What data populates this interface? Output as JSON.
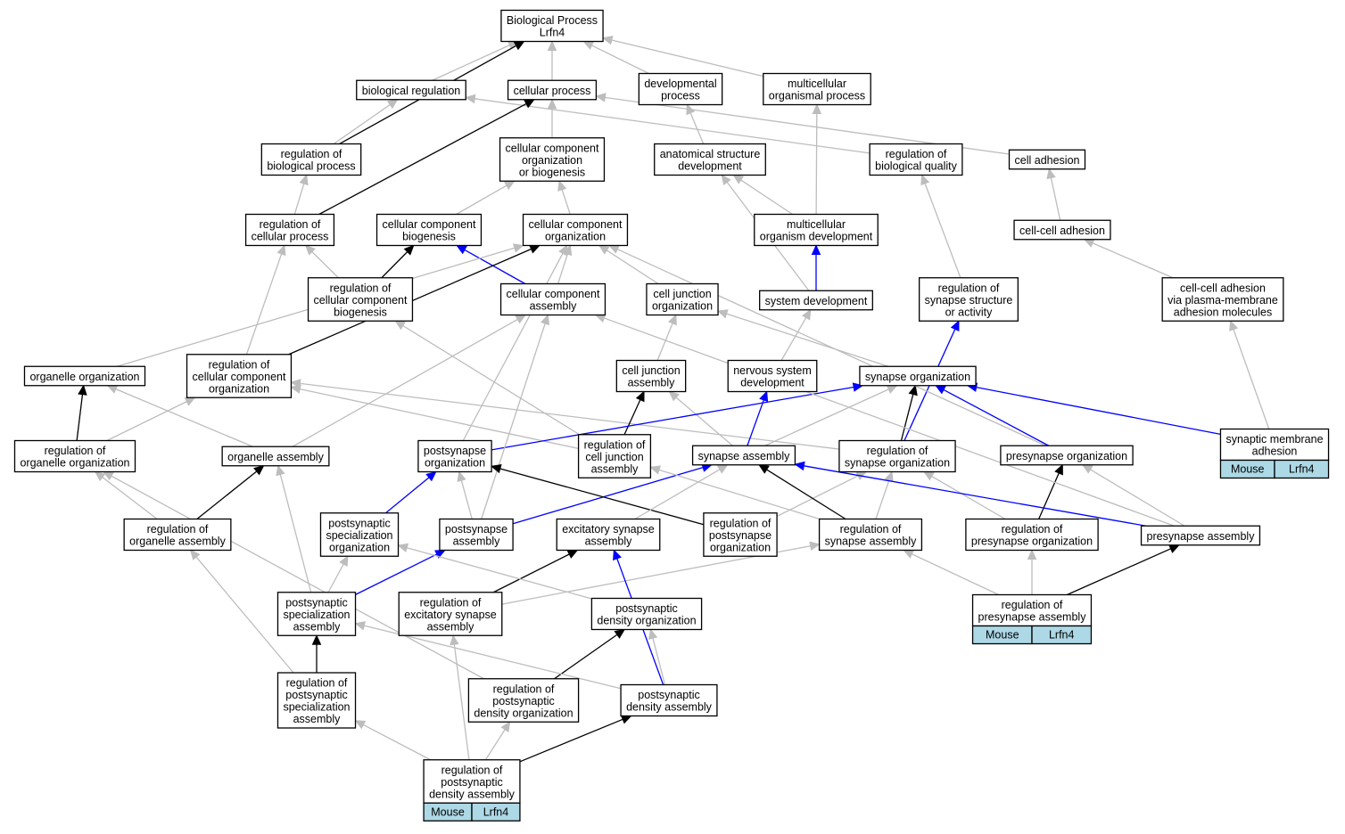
{
  "colors": {
    "is_a": "#bdbdbd",
    "regulates": "#000000",
    "part_of": "#0000ff",
    "annotation_tag": "#add8e6"
  },
  "nodes": [
    {
      "id": "bp",
      "lines": [
        "Biological Process",
        "Lrfn4"
      ]
    },
    {
      "id": "biological_regulation",
      "lines": [
        "biological regulation"
      ]
    },
    {
      "id": "cellular_process",
      "lines": [
        "cellular process"
      ]
    },
    {
      "id": "developmental_process",
      "lines": [
        "developmental",
        "process"
      ]
    },
    {
      "id": "multicellular_organismal_process",
      "lines": [
        "multicellular",
        "organismal process"
      ]
    },
    {
      "id": "reg_biological_process",
      "lines": [
        "regulation of",
        "biological process"
      ]
    },
    {
      "id": "cc_org_or_biogenesis",
      "lines": [
        "cellular component",
        "organization",
        "or biogenesis"
      ]
    },
    {
      "id": "anatomical_structure_development",
      "lines": [
        "anatomical structure",
        "development"
      ]
    },
    {
      "id": "reg_biological_quality",
      "lines": [
        "regulation of",
        "biological quality"
      ]
    },
    {
      "id": "cell_adhesion",
      "lines": [
        "cell adhesion"
      ]
    },
    {
      "id": "reg_cellular_process",
      "lines": [
        "regulation of",
        "cellular process"
      ]
    },
    {
      "id": "cc_biogenesis",
      "lines": [
        "cellular component",
        "biogenesis"
      ]
    },
    {
      "id": "cc_organization",
      "lines": [
        "cellular component",
        "organization"
      ]
    },
    {
      "id": "multicellular_organism_development",
      "lines": [
        "multicellular",
        "organism development"
      ]
    },
    {
      "id": "cell_cell_adhesion",
      "lines": [
        "cell-cell adhesion"
      ]
    },
    {
      "id": "reg_cc_biogenesis",
      "lines": [
        "regulation of",
        "cellular component",
        "biogenesis"
      ]
    },
    {
      "id": "cc_assembly",
      "lines": [
        "cellular component",
        "assembly"
      ]
    },
    {
      "id": "cell_junction_organization",
      "lines": [
        "cell junction",
        "organization"
      ]
    },
    {
      "id": "system_development",
      "lines": [
        "system development"
      ]
    },
    {
      "id": "reg_synapse_structure",
      "lines": [
        "regulation of",
        "synapse structure",
        "or activity"
      ]
    },
    {
      "id": "cc_adhesion_plasma_membrane",
      "lines": [
        "cell-cell adhesion",
        "via plasma-membrane",
        "adhesion molecules"
      ]
    },
    {
      "id": "organelle_organization",
      "lines": [
        "organelle organization"
      ]
    },
    {
      "id": "reg_cc_organization",
      "lines": [
        "regulation of",
        "cellular component",
        "organization"
      ]
    },
    {
      "id": "cell_junction_assembly",
      "lines": [
        "cell junction",
        "assembly"
      ]
    },
    {
      "id": "nervous_system_development",
      "lines": [
        "nervous system",
        "development"
      ]
    },
    {
      "id": "synapse_organization",
      "lines": [
        "synapse organization"
      ]
    },
    {
      "id": "synaptic_membrane_adhesion",
      "lines": [
        "synaptic membrane",
        "adhesion"
      ],
      "tags": [
        "Mouse",
        "Lrfn4"
      ]
    },
    {
      "id": "reg_organelle_organization",
      "lines": [
        "regulation of",
        "organelle organization"
      ]
    },
    {
      "id": "organelle_assembly",
      "lines": [
        "organelle assembly"
      ]
    },
    {
      "id": "postsynapse_organization",
      "lines": [
        "postsynapse",
        "organization"
      ]
    },
    {
      "id": "reg_cell_junction_assembly",
      "lines": [
        "regulation of",
        "cell junction",
        "assembly"
      ]
    },
    {
      "id": "synapse_assembly",
      "lines": [
        "synapse assembly"
      ]
    },
    {
      "id": "reg_synapse_organization",
      "lines": [
        "regulation of",
        "synapse organization"
      ]
    },
    {
      "id": "presynapse_organization",
      "lines": [
        "presynapse organization"
      ]
    },
    {
      "id": "reg_organelle_assembly",
      "lines": [
        "regulation of",
        "organelle assembly"
      ]
    },
    {
      "id": "postsynaptic_spec_organization",
      "lines": [
        "postsynaptic",
        "specialization",
        "organization"
      ]
    },
    {
      "id": "postsynapse_assembly",
      "lines": [
        "postsynapse",
        "assembly"
      ]
    },
    {
      "id": "excitatory_synapse_assembly",
      "lines": [
        "excitatory synapse",
        "assembly"
      ]
    },
    {
      "id": "reg_postsynapse_organization",
      "lines": [
        "regulation of",
        "postsynapse",
        "organization"
      ]
    },
    {
      "id": "reg_synapse_assembly",
      "lines": [
        "regulation of",
        "synapse assembly"
      ]
    },
    {
      "id": "reg_presynapse_organization",
      "lines": [
        "regulation of",
        "presynapse organization"
      ]
    },
    {
      "id": "presynapse_assembly",
      "lines": [
        "presynapse assembly"
      ]
    },
    {
      "id": "postsynaptic_spec_assembly",
      "lines": [
        "postsynaptic",
        "specialization",
        "assembly"
      ]
    },
    {
      "id": "reg_excitatory_synapse_assembly",
      "lines": [
        "regulation of",
        "excitatory synapse",
        "assembly"
      ]
    },
    {
      "id": "postsynaptic_density_organization",
      "lines": [
        "postsynaptic",
        "density organization"
      ]
    },
    {
      "id": "reg_presynapse_assembly",
      "lines": [
        "regulation of",
        "presynapse assembly"
      ],
      "tags": [
        "Mouse",
        "Lrfn4"
      ]
    },
    {
      "id": "reg_postsynaptic_spec_assembly",
      "lines": [
        "regulation of",
        "postsynaptic",
        "specialization",
        "assembly"
      ]
    },
    {
      "id": "reg_postsynaptic_density_organization",
      "lines": [
        "regulation of",
        "postsynaptic",
        "density organization"
      ]
    },
    {
      "id": "postsynaptic_density_assembly",
      "lines": [
        "postsynaptic",
        "density assembly"
      ]
    },
    {
      "id": "reg_postsynaptic_density_assembly",
      "lines": [
        "regulation of",
        "postsynaptic",
        "density assembly"
      ],
      "tags": [
        "Mouse",
        "Lrfn4"
      ]
    }
  ],
  "edges": [
    {
      "from": "biological_regulation",
      "to": "bp",
      "type": "is_a"
    },
    {
      "from": "cellular_process",
      "to": "bp",
      "type": "is_a"
    },
    {
      "from": "developmental_process",
      "to": "bp",
      "type": "is_a"
    },
    {
      "from": "multicellular_organismal_process",
      "to": "bp",
      "type": "is_a"
    },
    {
      "from": "reg_biological_process",
      "to": "bp",
      "type": "regulates"
    },
    {
      "from": "reg_biological_process",
      "to": "biological_regulation",
      "type": "is_a"
    },
    {
      "from": "reg_biological_quality",
      "to": "biological_regulation",
      "type": "is_a"
    },
    {
      "from": "cc_org_or_biogenesis",
      "to": "cellular_process",
      "type": "is_a"
    },
    {
      "from": "cell_adhesion",
      "to": "cellular_process",
      "type": "is_a"
    },
    {
      "from": "reg_cellular_process",
      "to": "cellular_process",
      "type": "regulates"
    },
    {
      "from": "reg_cellular_process",
      "to": "reg_biological_process",
      "type": "is_a"
    },
    {
      "from": "anatomical_structure_development",
      "to": "developmental_process",
      "type": "is_a"
    },
    {
      "from": "multicellular_organism_development",
      "to": "multicellular_organismal_process",
      "type": "is_a"
    },
    {
      "from": "multicellular_organism_development",
      "to": "anatomical_structure_development",
      "type": "is_a"
    },
    {
      "from": "system_development",
      "to": "anatomical_structure_development",
      "type": "is_a"
    },
    {
      "from": "system_development",
      "to": "multicellular_organism_development",
      "type": "part_of"
    },
    {
      "from": "cc_biogenesis",
      "to": "cc_org_or_biogenesis",
      "type": "is_a"
    },
    {
      "from": "cc_organization",
      "to": "cc_org_or_biogenesis",
      "type": "is_a"
    },
    {
      "from": "cc_assembly",
      "to": "cc_biogenesis",
      "type": "part_of"
    },
    {
      "from": "cc_assembly",
      "to": "cc_organization",
      "type": "is_a"
    },
    {
      "from": "reg_cc_biogenesis",
      "to": "cc_biogenesis",
      "type": "regulates"
    },
    {
      "from": "reg_cc_biogenesis",
      "to": "reg_cellular_process",
      "type": "is_a"
    },
    {
      "from": "cell_junction_organization",
      "to": "cc_organization",
      "type": "is_a"
    },
    {
      "from": "organelle_organization",
      "to": "cc_organization",
      "type": "is_a"
    },
    {
      "from": "reg_cc_organization",
      "to": "cc_organization",
      "type": "regulates"
    },
    {
      "from": "reg_cc_organization",
      "to": "reg_cellular_process",
      "type": "is_a"
    },
    {
      "from": "cell_cell_adhesion",
      "to": "cell_adhesion",
      "type": "is_a"
    },
    {
      "from": "cc_adhesion_plasma_membrane",
      "to": "cell_cell_adhesion",
      "type": "is_a"
    },
    {
      "from": "synaptic_membrane_adhesion",
      "to": "cc_adhesion_plasma_membrane",
      "type": "is_a"
    },
    {
      "from": "synaptic_membrane_adhesion",
      "to": "synapse_organization",
      "type": "part_of"
    },
    {
      "from": "reg_synapse_structure",
      "to": "reg_biological_quality",
      "type": "is_a"
    },
    {
      "from": "reg_synapse_organization",
      "to": "reg_synapse_structure",
      "type": "part_of"
    },
    {
      "from": "reg_synapse_organization",
      "to": "synapse_organization",
      "type": "regulates"
    },
    {
      "from": "reg_synapse_organization",
      "to": "reg_cc_organization",
      "type": "is_a"
    },
    {
      "from": "cell_junction_assembly",
      "to": "cell_junction_organization",
      "type": "is_a"
    },
    {
      "from": "nervous_system_development",
      "to": "system_development",
      "type": "is_a"
    },
    {
      "from": "synapse_organization",
      "to": "cell_junction_organization",
      "type": "is_a"
    },
    {
      "from": "synapse_assembly",
      "to": "synapse_organization",
      "type": "is_a"
    },
    {
      "from": "synapse_assembly",
      "to": "nervous_system_development",
      "type": "part_of"
    },
    {
      "from": "synapse_assembly",
      "to": "cell_junction_assembly",
      "type": "is_a"
    },
    {
      "from": "reg_cell_junction_assembly",
      "to": "cell_junction_assembly",
      "type": "regulates"
    },
    {
      "from": "reg_cell_junction_assembly",
      "to": "reg_cc_biogenesis",
      "type": "is_a"
    },
    {
      "from": "reg_cell_junction_assembly",
      "to": "reg_cc_organization",
      "type": "is_a"
    },
    {
      "from": "reg_organelle_organization",
      "to": "organelle_organization",
      "type": "regulates"
    },
    {
      "from": "organelle_assembly",
      "to": "organelle_organization",
      "type": "is_a"
    },
    {
      "from": "organelle_assembly",
      "to": "cc_assembly",
      "type": "is_a"
    },
    {
      "from": "reg_organelle_organization",
      "to": "reg_cc_organization",
      "type": "is_a"
    },
    {
      "from": "reg_organelle_assembly",
      "to": "organelle_assembly",
      "type": "regulates"
    },
    {
      "from": "reg_organelle_assembly",
      "to": "reg_organelle_organization",
      "type": "is_a"
    },
    {
      "from": "postsynapse_organization",
      "to": "synapse_organization",
      "type": "part_of"
    },
    {
      "from": "postsynapse_organization",
      "to": "cc_organization",
      "type": "is_a"
    },
    {
      "from": "presynapse_organization",
      "to": "synapse_organization",
      "type": "part_of"
    },
    {
      "from": "presynapse_organization",
      "to": "cc_organization",
      "type": "is_a"
    },
    {
      "from": "postsynaptic_spec_organization",
      "to": "postsynapse_organization",
      "type": "part_of"
    },
    {
      "from": "postsynapse_assembly",
      "to": "postsynapse_organization",
      "type": "is_a"
    },
    {
      "from": "postsynapse_assembly",
      "to": "synapse_assembly",
      "type": "part_of"
    },
    {
      "from": "postsynapse_assembly",
      "to": "cc_assembly",
      "type": "is_a"
    },
    {
      "from": "reg_postsynapse_organization",
      "to": "postsynapse_organization",
      "type": "regulates"
    },
    {
      "from": "reg_postsynapse_organization",
      "to": "reg_synapse_organization",
      "type": "is_a"
    },
    {
      "from": "reg_synapse_assembly",
      "to": "synapse_assembly",
      "type": "regulates"
    },
    {
      "from": "reg_synapse_assembly",
      "to": "reg_synapse_organization",
      "type": "is_a"
    },
    {
      "from": "reg_synapse_assembly",
      "to": "reg_cell_junction_assembly",
      "type": "is_a"
    },
    {
      "from": "excitatory_synapse_assembly",
      "to": "synapse_assembly",
      "type": "is_a"
    },
    {
      "from": "reg_presynapse_organization",
      "to": "presynapse_organization",
      "type": "regulates"
    },
    {
      "from": "reg_presynapse_organization",
      "to": "reg_synapse_organization",
      "type": "is_a"
    },
    {
      "from": "presynapse_assembly",
      "to": "presynapse_organization",
      "type": "is_a"
    },
    {
      "from": "presynapse_assembly",
      "to": "synapse_assembly",
      "type": "part_of"
    },
    {
      "from": "presynapse_assembly",
      "to": "cc_assembly",
      "type": "is_a"
    },
    {
      "from": "postsynaptic_spec_assembly",
      "to": "postsynapse_assembly",
      "type": "part_of"
    },
    {
      "from": "postsynaptic_spec_assembly",
      "to": "postsynaptic_spec_organization",
      "type": "is_a"
    },
    {
      "from": "postsynaptic_spec_assembly",
      "to": "organelle_assembly",
      "type": "is_a"
    },
    {
      "from": "reg_excitatory_synapse_assembly",
      "to": "excitatory_synapse_assembly",
      "type": "regulates"
    },
    {
      "from": "reg_excitatory_synapse_assembly",
      "to": "reg_synapse_assembly",
      "type": "is_a"
    },
    {
      "from": "postsynaptic_density_organization",
      "to": "postsynaptic_spec_organization",
      "type": "is_a"
    },
    {
      "from": "reg_presynapse_assembly",
      "to": "presynapse_assembly",
      "type": "regulates"
    },
    {
      "from": "reg_presynapse_assembly",
      "to": "reg_presynapse_organization",
      "type": "is_a"
    },
    {
      "from": "reg_presynapse_assembly",
      "to": "reg_synapse_assembly",
      "type": "is_a"
    },
    {
      "from": "reg_postsynaptic_spec_assembly",
      "to": "postsynaptic_spec_assembly",
      "type": "regulates"
    },
    {
      "from": "reg_postsynaptic_spec_assembly",
      "to": "reg_organelle_assembly",
      "type": "is_a"
    },
    {
      "from": "reg_postsynaptic_density_organization",
      "to": "postsynaptic_density_organization",
      "type": "regulates"
    },
    {
      "from": "reg_postsynaptic_density_organization",
      "to": "reg_organelle_organization",
      "type": "is_a"
    },
    {
      "from": "postsynaptic_density_assembly",
      "to": "postsynaptic_density_organization",
      "type": "is_a"
    },
    {
      "from": "postsynaptic_density_assembly",
      "to": "postsynaptic_spec_assembly",
      "type": "is_a"
    },
    {
      "from": "postsynaptic_density_assembly",
      "to": "excitatory_synapse_assembly",
      "type": "part_of"
    },
    {
      "from": "reg_postsynaptic_density_assembly",
      "to": "postsynaptic_density_assembly",
      "type": "regulates"
    },
    {
      "from": "reg_postsynaptic_density_assembly",
      "to": "reg_postsynaptic_spec_assembly",
      "type": "is_a"
    },
    {
      "from": "reg_postsynaptic_density_assembly",
      "to": "reg_postsynaptic_density_organization",
      "type": "is_a"
    },
    {
      "from": "reg_postsynaptic_density_assembly",
      "to": "reg_excitatory_synapse_assembly",
      "type": "is_a"
    }
  ]
}
